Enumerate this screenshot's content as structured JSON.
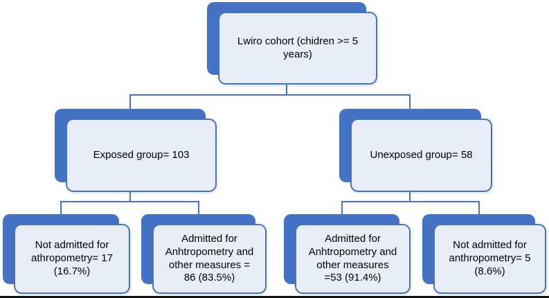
{
  "diagram": {
    "description": "Study flow diagram of the Lwiro cohort",
    "colors": {
      "background": "#FFFFFF",
      "box_fill": "#E9EDF7",
      "box_border": "#4472C4",
      "shadow": "#4472C4",
      "connector": "#4472C4",
      "text": "#000000",
      "bottom_rule": "#111111"
    },
    "nodes": {
      "root": "Lwiro cohort (chidren >= 5 years)",
      "exposed": "Exposed group= 103",
      "unexposed": "Unexposed group= 58",
      "exposed_not_admitted": "Not admitted for athropometry= 17 (16.7%)",
      "exposed_admitted": "Admitted for Anhtropometry and other measures = 86 (83.5%)",
      "unexposed_admitted": "Admitted for Anhtropometry and other measures =53 (91.4%)",
      "unexposed_not_admitted": "Not admitted for anthropometry= 5 (8.6%)"
    },
    "edges": [
      {
        "from": "root",
        "to": "exposed"
      },
      {
        "from": "root",
        "to": "unexposed"
      },
      {
        "from": "exposed",
        "to": "exposed_not_admitted"
      },
      {
        "from": "exposed",
        "to": "exposed_admitted"
      },
      {
        "from": "unexposed",
        "to": "unexposed_admitted"
      },
      {
        "from": "unexposed",
        "to": "unexposed_not_admitted"
      }
    ]
  }
}
